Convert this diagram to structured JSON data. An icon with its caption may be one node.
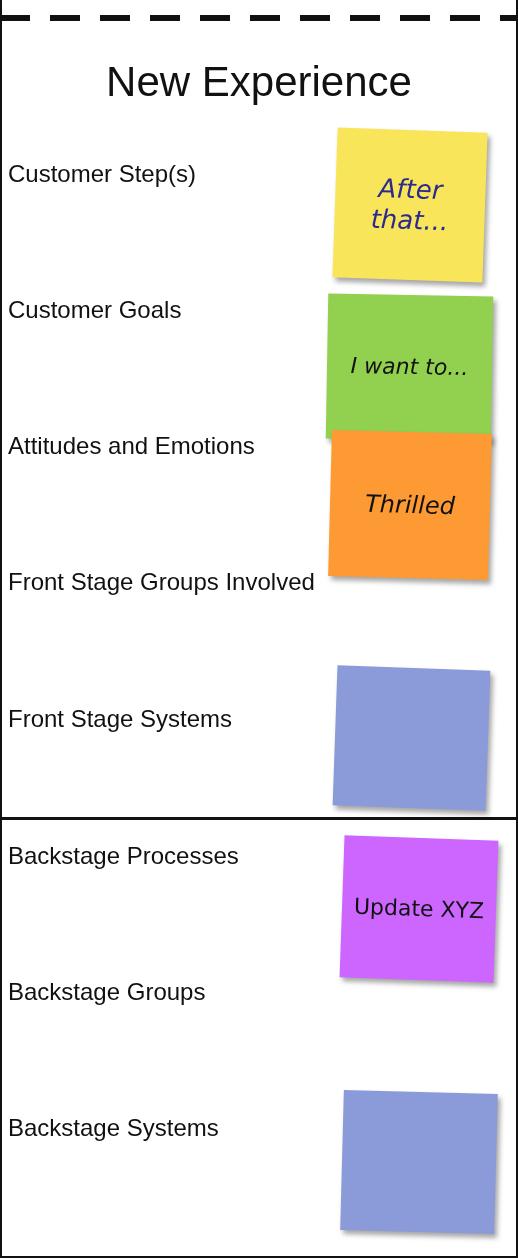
{
  "diagram": {
    "title": "New Experience",
    "nodes": [
      {
        "text": [
          "After that..."
        ]
      },
      {
        "text": [
          "I want to..."
        ]
      },
      {
        "text": [
          "Thrilled"
        ]
      },
      {
        "text": [],
        "shape": "box"
      },
      {
        "text": [
          "Update XYZ"
        ]
      },
      {
        "text": [],
        "shape": "box"
      }
    ],
    "labels": [
      "Customer Step(s)",
      "Customer Goals",
      "Attitudes and Emotions",
      "Front Stage Groups Involved",
      "Front Stage Systems",
      "Backstage Processes",
      "Backstage Groups",
      "Backstage Systems"
    ]
  }
}
